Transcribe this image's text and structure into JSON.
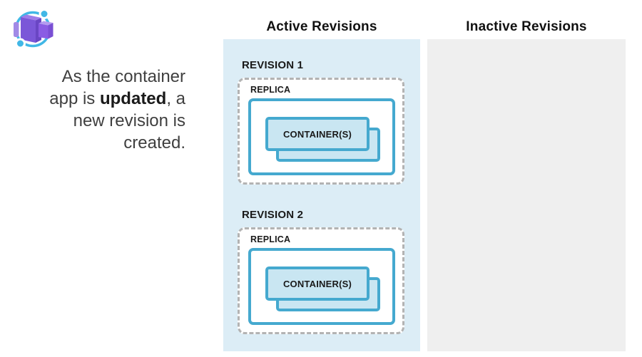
{
  "icon": {
    "name": "azure-container-apps-logo"
  },
  "caption": {
    "line1": "As the container",
    "line2_pre": "app is ",
    "line2_bold": "updated",
    "line2_post": ", a",
    "line3": "new revision is",
    "line4": "created."
  },
  "columns": {
    "active": {
      "header": "Active Revisions",
      "revisions": [
        {
          "label": "REVISION 1",
          "replica_label": "REPLICA",
          "containers_label": "CONTAINER(S)"
        },
        {
          "label": "REVISION 2",
          "replica_label": "REPLICA",
          "containers_label": "CONTAINER(S)"
        }
      ]
    },
    "inactive": {
      "header": "Inactive Revisions",
      "revisions": []
    }
  },
  "colors": {
    "active_panel_bg": "#dcedf6",
    "inactive_panel_bg": "#efefef",
    "box_border_blue": "#45a9cf",
    "container_fill": "#c9e6f2",
    "dashed_border_gray": "#b3b3b3",
    "caption_text": "#3f3f3f",
    "label_text": "#1a1a1a",
    "icon_circle_blue": "#41b7e6",
    "icon_purple": "#7b57d8"
  }
}
